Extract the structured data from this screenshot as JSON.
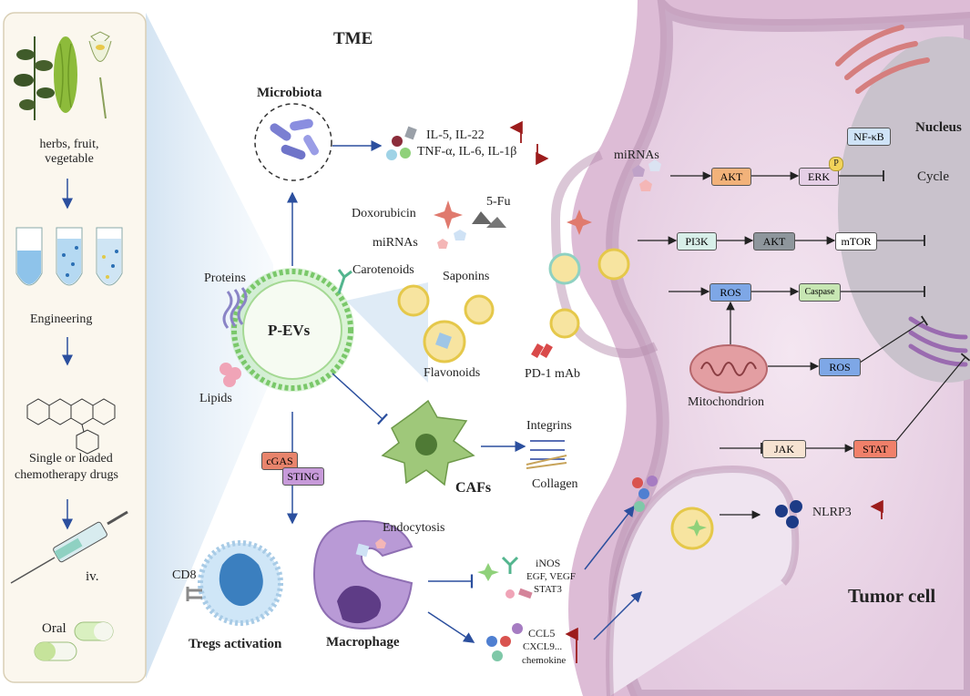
{
  "regions": {
    "tme": "TME",
    "tumor_cell": "Tumor cell",
    "nucleus": "Nucleus"
  },
  "left_panel": {
    "sources": "herbs, fruit, vegetable",
    "engineering": "Engineering",
    "drugs_line1": "Single or loaded",
    "drugs_line2": "chemotherapy drugs",
    "iv": "iv.",
    "oral": "Oral"
  },
  "center": {
    "pevs": "P-EVs",
    "proteins": "Proteins",
    "lipids": "Lipids",
    "microbiota": "Microbiota",
    "cgas": "cGAS",
    "sting": "STING",
    "cafs": "CAFs",
    "integrins": "Integrins",
    "collagen": "Collagen",
    "tregs": "Tregs activation",
    "cd8": "CD8",
    "macrophage": "Macrophage",
    "endocytosis": "Endocytosis"
  },
  "cargo": {
    "doxorubicin": "Doxorubicin",
    "fu": "5-Fu",
    "mirnas": "miRNAs",
    "carotenoids": "Carotenoids",
    "saponins": "Saponins",
    "flavonoids": "Flavonoids",
    "pd1": "PD-1 mAb"
  },
  "cytokines": {
    "up": "IL-5, IL-22",
    "down": "TNF-α, IL-6, IL-1β",
    "inos_1": "iNOS",
    "inos_2": "EGF, VEGF",
    "inos_3": "STAT3",
    "ccl_1": "CCL5",
    "ccl_2": "CXCL9...",
    "ccl_3": "chemokine"
  },
  "pathways": {
    "mirnas": "miRNAs",
    "akt1": "AKT",
    "erk": "ERK",
    "p": "P",
    "nfkb": "NF-κB",
    "cycle": "Cycle",
    "pi3k": "PI3K",
    "akt2": "AKT",
    "mtor": "mTOR",
    "ros1": "ROS",
    "caspase": "Caspase",
    "ros2": "ROS",
    "mitochondrion": "Mitochondrion",
    "jak": "JAK",
    "stat": "STAT",
    "nlrp3": "NLRP3"
  },
  "colors": {
    "panel_bg": "#fbf7ee",
    "tumor_bg": "#ead5e6",
    "nucleus": "#c9c2cc",
    "membrane": "#b78fb0",
    "arrow": "#2b4f9e",
    "down_arrow": "#9c1c1c",
    "akt": "#f2b27a",
    "erk": "#e5cfe6",
    "nfkb": "#cfe3f7",
    "pi3k": "#d8efe9",
    "akt2": "#8e969c",
    "ros": "#7ea7e6",
    "caspase": "#c7e6b3",
    "jak": "#f6e3d2",
    "stat": "#f0806a",
    "cgas": "#e8846c",
    "sting": "#c79ad9"
  }
}
